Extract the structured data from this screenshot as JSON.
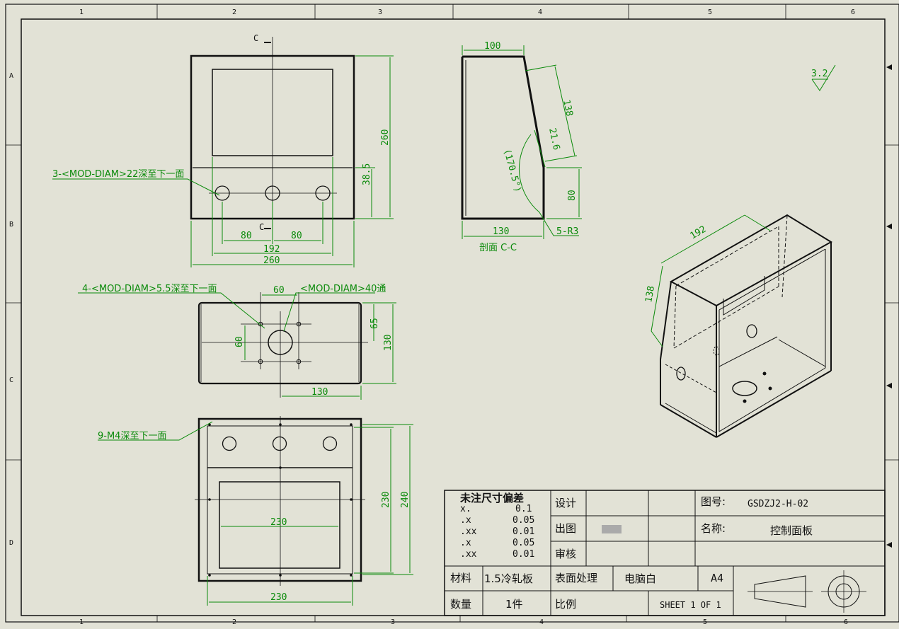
{
  "zones": {
    "top": [
      "1",
      "2",
      "3",
      "4",
      "5",
      "6"
    ],
    "bottom": [
      "1",
      "2",
      "3",
      "4",
      "5",
      "6"
    ],
    "left": [
      "A",
      "B",
      "C",
      "D"
    ]
  },
  "front_view": {
    "section_label": "C",
    "callout_holes": "3-<MOD-DIAM>22深至下一面",
    "dim_80a": "80",
    "dim_80b": "80",
    "dim_192": "192",
    "dim_260w": "260",
    "dim_38_5": "38.5",
    "dim_260h": "260"
  },
  "section_view": {
    "dim_100": "100",
    "dim_138": "138",
    "dim_21_6": "21.6",
    "dim_angle": "(170.5°)",
    "dim_80": "80",
    "dim_130": "130",
    "callout_radius": "5-R3",
    "title": "剖面 C-C"
  },
  "top_view": {
    "callout_small": "4-<MOD-DIAM>5.5深至下一面",
    "callout_big": "<MOD-DIAM>40通",
    "dim_60h": "60",
    "dim_60v": "60",
    "dim_65": "65",
    "dim_130v": "130",
    "dim_130h": "130"
  },
  "bottom_view": {
    "callout_m4": "9-M4深至下一面",
    "dim_230_inner": "230",
    "dim_230_bottom": "230",
    "dim_230_v": "230",
    "dim_240_v": "240"
  },
  "iso_view": {
    "dim_192": "192",
    "dim_138": "138"
  },
  "roughness": "3.2",
  "title_block": {
    "tol_title": "未注尺寸偏差",
    "tolerances": [
      {
        "k": "x.",
        "v": "0.1"
      },
      {
        "k": ".x",
        "v": "0.05"
      },
      {
        "k": ".xx",
        "v": "0.01"
      },
      {
        "k": ".x",
        "v": "0.05"
      },
      {
        "k": ".xx",
        "v": "0.01"
      }
    ],
    "design_label": "设计",
    "drawn_label": "出图",
    "review_label": "审核",
    "drawing_no_label": "图号:",
    "drawing_no": "GSDZJ2-H-02",
    "name_label": "名称:",
    "name": "控制面板",
    "material_label": "材料",
    "material": "1.5冷轧板",
    "surface_label": "表面处理",
    "surface": "电脑白",
    "size": "A4",
    "qty_label": "数量",
    "qty": "1件",
    "scale_label": "比例",
    "sheet": "SHEET 1 OF 1"
  }
}
